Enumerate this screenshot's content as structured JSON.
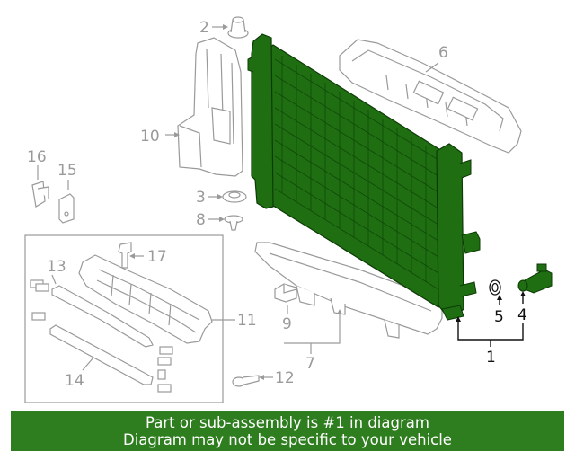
{
  "callouts": {
    "c1": "1",
    "c2": "2",
    "c3": "3",
    "c4": "4",
    "c5": "5",
    "c6": "6",
    "c7": "7",
    "c8": "8",
    "c9": "9",
    "c10": "10",
    "c11": "11",
    "c12": "12",
    "c13": "13",
    "c14": "14",
    "c15": "15",
    "c16": "16",
    "c17": "17"
  },
  "banner": {
    "line1": "Part or sub-assembly is #1 in diagram",
    "line2": "Diagram may not be specific to your vehicle"
  },
  "colors": {
    "highlight": "#2e7d1e",
    "part_fill": "#1f6e12",
    "line_gray": "#9a9a9a",
    "callout_black": "#111111"
  }
}
